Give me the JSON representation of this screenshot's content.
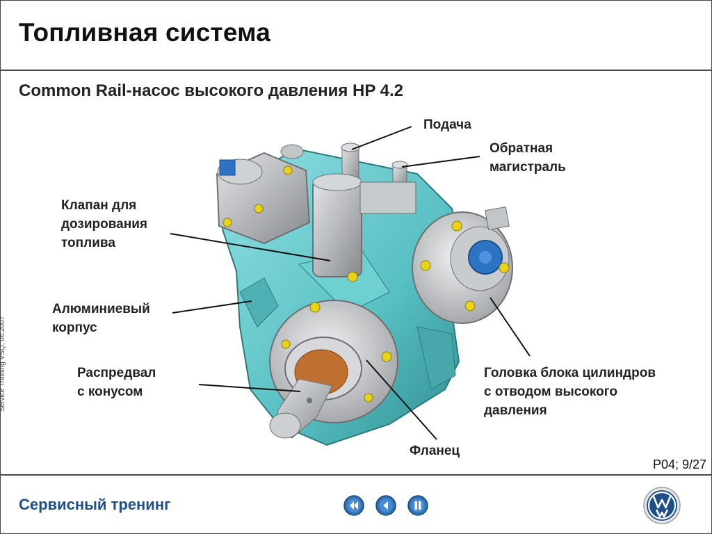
{
  "slide": {
    "title": "Топливная система",
    "subtitle": "Common Rail-насос высокого давления HP 4.2",
    "page_number": "P04; 9/27",
    "side_note": "Service Training VSQ, 06.2007"
  },
  "callouts": {
    "supply": "Подача",
    "return_line": "Обратная\nмагистраль",
    "metering_valve": "Клапан для\nдозирования\nтоплива",
    "aluminum_housing": "Алюминиевый\nкорпус",
    "camshaft": "Распредвал\nс конусом",
    "cylinder_head": "Головка блока цилиндров\nс отводом высокого\nдавления",
    "flange": "Фланец"
  },
  "footer": {
    "brand_text": "Сервисный тренинг",
    "nav_buttons": [
      {
        "name": "nav-first-button",
        "icon": "double-arrow-left-icon"
      },
      {
        "name": "nav-prev-button",
        "icon": "arrow-left-icon"
      },
      {
        "name": "nav-pause-button",
        "icon": "pause-icon"
      }
    ],
    "logo": "vw-logo"
  },
  "colors": {
    "housing": "#5ec4c7",
    "steel": "#b9bcbf",
    "bolt": "#e8d21a",
    "accent_blue": "#1f4e8c",
    "nav_blue": "#2f6fb3"
  }
}
